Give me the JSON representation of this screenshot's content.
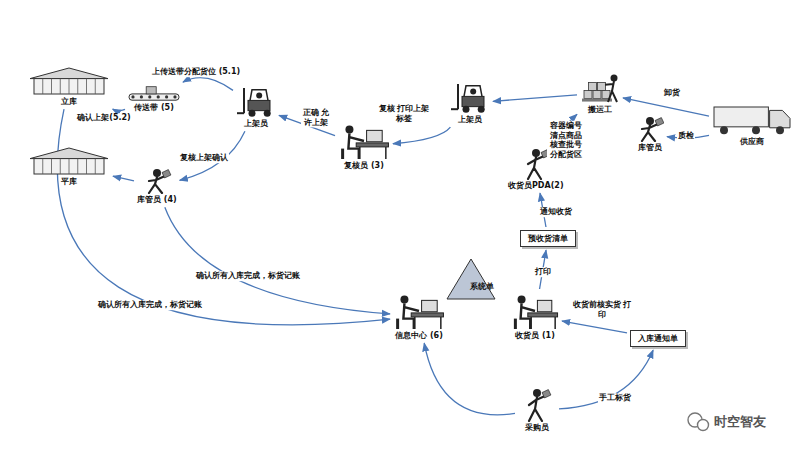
{
  "diagram": {
    "nodes": [
      {
        "text": [
          "立库"
        ]
      },
      {
        "text": [
          "传送带 (5)"
        ]
      },
      {
        "text": [
          "上架员"
        ]
      },
      {
        "text": [
          "平库"
        ]
      },
      {
        "text": [
          "库管员 (4)"
        ]
      },
      {
        "text": [
          "复核员 (3)"
        ]
      },
      {
        "text": [
          "上架员"
        ]
      },
      {
        "text": [
          "搬运工"
        ]
      },
      {
        "text": [
          "供应商"
        ]
      },
      {
        "text": [
          "库管员"
        ]
      },
      {
        "text": [
          "收货员PDA(2)"
        ]
      },
      {
        "text": [
          "预收货清单"
        ]
      },
      {
        "text": [
          "系统单"
        ]
      },
      {
        "text": [
          "信息中心 (6)"
        ]
      },
      {
        "text": [
          "收货员 (1)"
        ]
      },
      {
        "text": [
          "入库通知单"
        ]
      },
      {
        "text": [
          "采购员"
        ]
      }
    ],
    "edges": [
      {
        "from": 8,
        "to": 7,
        "arrow": "to",
        "label": "卸货"
      },
      {
        "from": 8,
        "to": 9,
        "arrow": "to",
        "label": "质检"
      },
      {
        "from": 10,
        "to": 7,
        "arrow": "to",
        "label": "容器编号 清点商品 核查批号 分配货区"
      },
      {
        "from": 7,
        "to": 6,
        "arrow": "to"
      },
      {
        "from": 6,
        "to": 5,
        "arrow": "to",
        "label": "复核 打印上架标签"
      },
      {
        "from": 5,
        "to": 2,
        "arrow": "to",
        "label": "正确 允许上架"
      },
      {
        "from": 2,
        "to": 1,
        "arrow": "to",
        "label": "上传送带分配货位 (5.1)"
      },
      {
        "from": 1,
        "to": 0,
        "arrow": "to",
        "label": "确认上架(5.2)"
      },
      {
        "from": 2,
        "to": 4,
        "arrow": "to",
        "label": "复核上架确认"
      },
      {
        "from": 4,
        "to": 3,
        "arrow": "to"
      },
      {
        "from": 4,
        "to": 13,
        "arrow": "to",
        "label": "确认所有入库完成，标货记账"
      },
      {
        "from": 0,
        "to": 13,
        "arrow": "to",
        "label": "确认所有入库完成，标货记账"
      },
      {
        "from": 11,
        "to": 10,
        "arrow": "to",
        "label": "通知收货"
      },
      {
        "from": 14,
        "to": 11,
        "arrow": "to",
        "label": "打印"
      },
      {
        "from": 15,
        "to": 14,
        "arrow": "to",
        "label": "收货前核实货 打印"
      },
      {
        "from": 16,
        "to": 15,
        "arrow": "to",
        "label": "手工标货"
      },
      {
        "from": 16,
        "to": 13,
        "arrow": "to"
      }
    ],
    "labels": [
      "时空智友"
    ]
  }
}
